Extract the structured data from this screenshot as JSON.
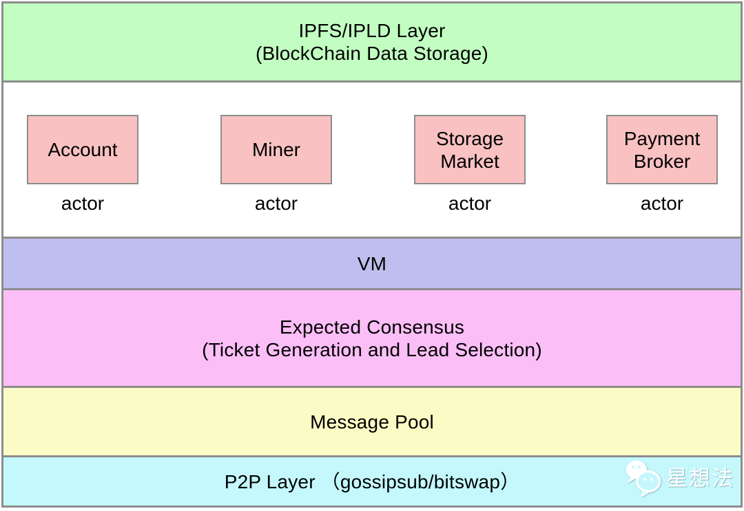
{
  "layers": {
    "ipfs": {
      "text": "IPFS/IPLD Layer\n(BlockChain Data Storage)",
      "color": "#c2fec2"
    },
    "vm": {
      "text": "VM",
      "color": "#bfbfef"
    },
    "consensus": {
      "text": "Expected Consensus\n(Ticket Generation and Lead Selection)",
      "color": "#fbbef7"
    },
    "message_pool": {
      "text": "Message Pool",
      "color": "#fbfbc5"
    },
    "p2p": {
      "text": "P2P Layer （gossipsub/bitswap）",
      "color": "#c4f8fd"
    }
  },
  "actors": {
    "box_color": "#f9c1c1",
    "caption": "actor",
    "items": [
      {
        "label": "Account"
      },
      {
        "label": "Miner"
      },
      {
        "label": "Storage\nMarket"
      },
      {
        "label": "Payment\nBroker"
      }
    ]
  },
  "watermark": {
    "icon": "wechat-icon",
    "text": "星想法",
    "color": "#ffffff"
  },
  "border_color": "#8c8c8c"
}
